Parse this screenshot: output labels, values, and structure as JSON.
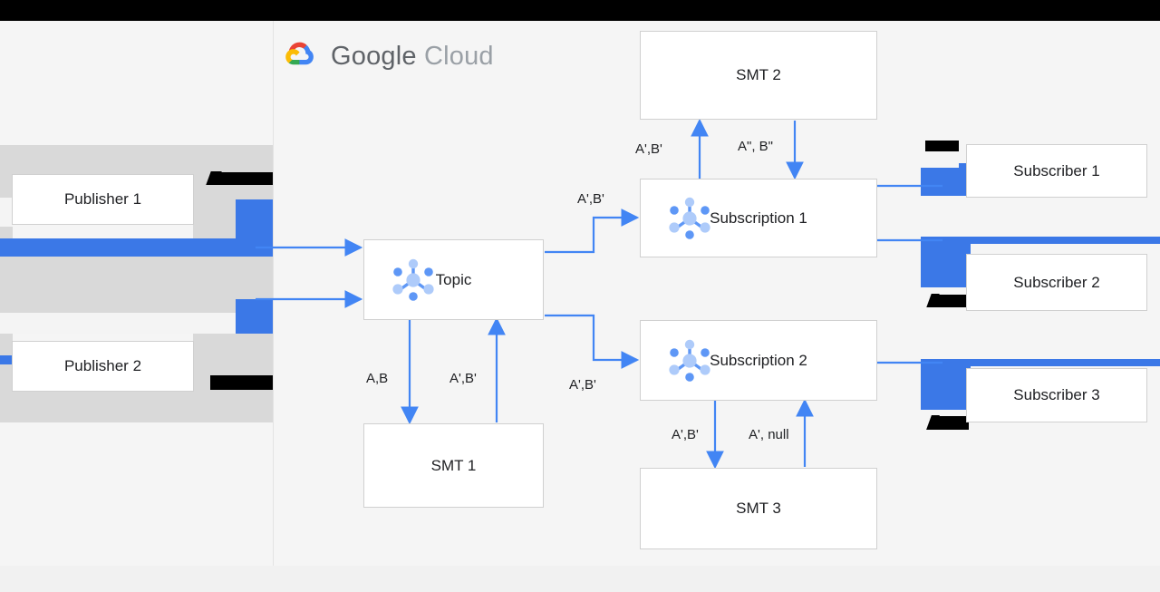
{
  "window": {
    "topbar_color": "#000000",
    "canvas_bg": "#f5f5f5",
    "bottom_strip_color": "#f1f1f1"
  },
  "brand": {
    "logo_name": "google-cloud-logo",
    "word_google": "Google",
    "word_cloud": "Cloud",
    "logo_colors": {
      "red": "#ea4335",
      "yellow": "#fbbc04",
      "green": "#34a853",
      "blue": "#4285f4"
    },
    "wordmark_color": "#5f6368"
  },
  "theme": {
    "arrow_blue": "#4285f4",
    "artifact_blue": "#3b78e7",
    "artifact_grey": "#d9d9d9",
    "redaction_black": "#000000",
    "node_border": "#d0d0d0",
    "node_fill": "#ffffff",
    "text_color": "#202124",
    "icon_blue_dark": "#5e97f6",
    "icon_blue_light": "#aecbfa"
  },
  "nodes": {
    "publisher_1": {
      "label": "Publisher 1",
      "icon": null
    },
    "publisher_2": {
      "label": "Publisher 2",
      "icon": null
    },
    "topic": {
      "label": "Topic",
      "icon": "pubsub-icon"
    },
    "smt_1": {
      "label": "SMT 1",
      "icon": null
    },
    "smt_2": {
      "label": "SMT 2",
      "icon": null
    },
    "smt_3": {
      "label": "SMT 3",
      "icon": null
    },
    "subscription_1": {
      "label": "Subscription 1",
      "icon": "pubsub-icon"
    },
    "subscription_2": {
      "label": "Subscription 2",
      "icon": "pubsub-icon"
    },
    "subscriber_1": {
      "label": "Subscriber 1",
      "icon": null
    },
    "subscriber_2": {
      "label": "Subscriber 2",
      "icon": null
    },
    "subscriber_3": {
      "label": "Subscriber 3",
      "icon": null
    }
  },
  "edge_labels": {
    "topic_to_smt1": "A,B",
    "smt1_to_topic": "A',B'",
    "topic_to_sub1": "A',B'",
    "topic_to_sub2": "A',B'",
    "sub1_to_smt2": "A',B'",
    "smt2_to_sub1": "A\", B\"",
    "sub2_to_smt3": "A',B'",
    "smt3_to_sub2": "A', null"
  }
}
